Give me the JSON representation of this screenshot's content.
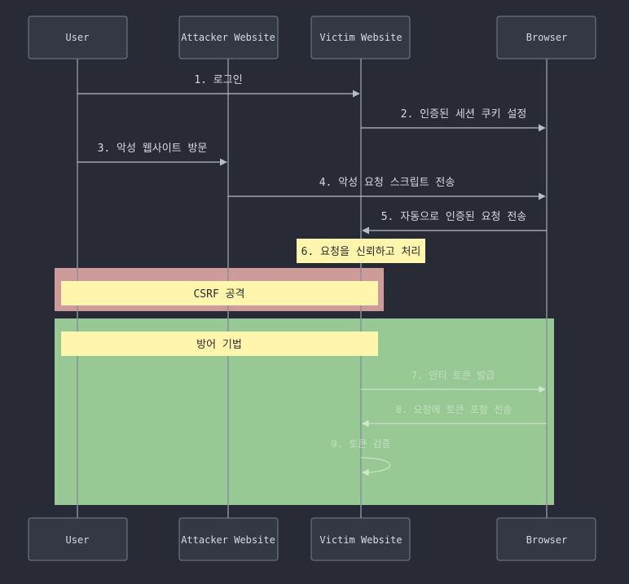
{
  "actors": [
    {
      "id": "user",
      "label": "User"
    },
    {
      "id": "attacker",
      "label": "Attacker Website"
    },
    {
      "id": "victim",
      "label": "Victim Website"
    },
    {
      "id": "browser",
      "label": "Browser"
    }
  ],
  "messages": [
    {
      "from": "user",
      "to": "victim",
      "text": "1. 로그인"
    },
    {
      "from": "victim",
      "to": "browser",
      "text": "2. 인증된 세션 쿠키 설정"
    },
    {
      "from": "user",
      "to": "attacker",
      "text": "3. 악성 웹사이트 방문"
    },
    {
      "from": "attacker",
      "to": "browser",
      "text": "4. 악성 요청 스크립트 전송"
    },
    {
      "from": "browser",
      "to": "victim",
      "text": "5. 자동으로 인증된 요청 전송"
    }
  ],
  "notes": {
    "process": "6. 요청을 신뢰하고 처리",
    "attack": "CSRF 공격",
    "defense": "방어 기법"
  },
  "defense_messages": [
    {
      "from": "victim",
      "to": "browser",
      "text": "7. 안티 토큰 발급"
    },
    {
      "from": "browser",
      "to": "victim",
      "text": "8. 요청에 토큰 포함 전송"
    },
    {
      "from": "victim",
      "to": "victim",
      "text": "9. 토큰 검증"
    }
  ],
  "colors": {
    "background": "#282a36",
    "attack_rect": "#ce9b9b",
    "defense_rect": "#98c994",
    "note": "#fff5ad"
  }
}
